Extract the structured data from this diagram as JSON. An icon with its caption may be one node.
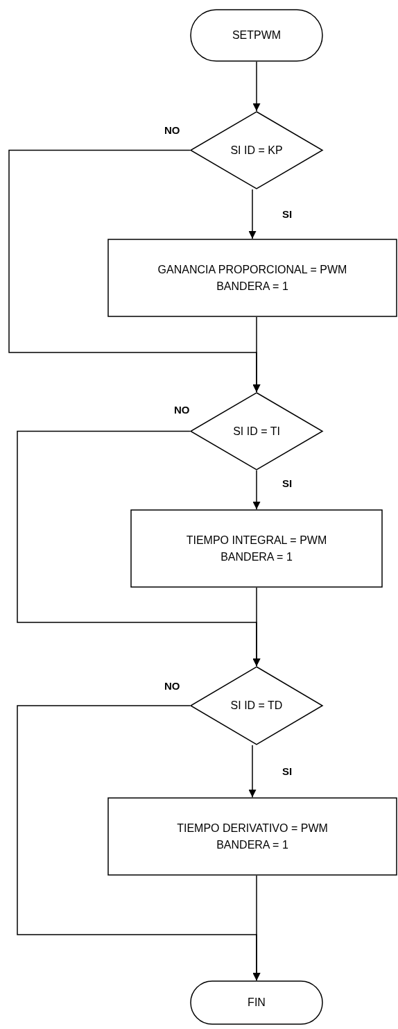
{
  "diagram": {
    "nodes": [
      {
        "text": [
          "SETPWM"
        ]
      },
      {
        "text": [
          "SI ID = KP"
        ]
      },
      {
        "text": [
          "GANANCIA PROPORCIONAL = PWM",
          "BANDERA = 1"
        ]
      },
      {
        "text": [
          "SI ID = TI"
        ]
      },
      {
        "text": [
          "TIEMPO INTEGRAL = PWM",
          "BANDERA = 1"
        ]
      },
      {
        "text": [
          "SI ID = TD"
        ]
      },
      {
        "text": [
          "TIEMPO DERIVATIVO = PWM",
          "BANDERA = 1"
        ]
      },
      {
        "text": [
          "FIN"
        ]
      }
    ],
    "edges": [
      {
        "from": 0,
        "to": 1,
        "arrow": "to"
      },
      {
        "from": 1,
        "to": 2,
        "arrow": "to",
        "label": "SI"
      },
      {
        "from": 1,
        "to": 3,
        "arrow": "to",
        "label": "NO"
      },
      {
        "from": 2,
        "to": 3,
        "arrow": "to"
      },
      {
        "from": 3,
        "to": 4,
        "arrow": "to",
        "label": "SI"
      },
      {
        "from": 3,
        "to": 5,
        "arrow": "to",
        "label": "NO"
      },
      {
        "from": 4,
        "to": 5,
        "arrow": "to"
      },
      {
        "from": 5,
        "to": 6,
        "arrow": "to",
        "label": "SI"
      },
      {
        "from": 5,
        "to": 7,
        "arrow": "to",
        "label": "NO"
      },
      {
        "from": 6,
        "to": 7,
        "arrow": "to"
      }
    ]
  }
}
